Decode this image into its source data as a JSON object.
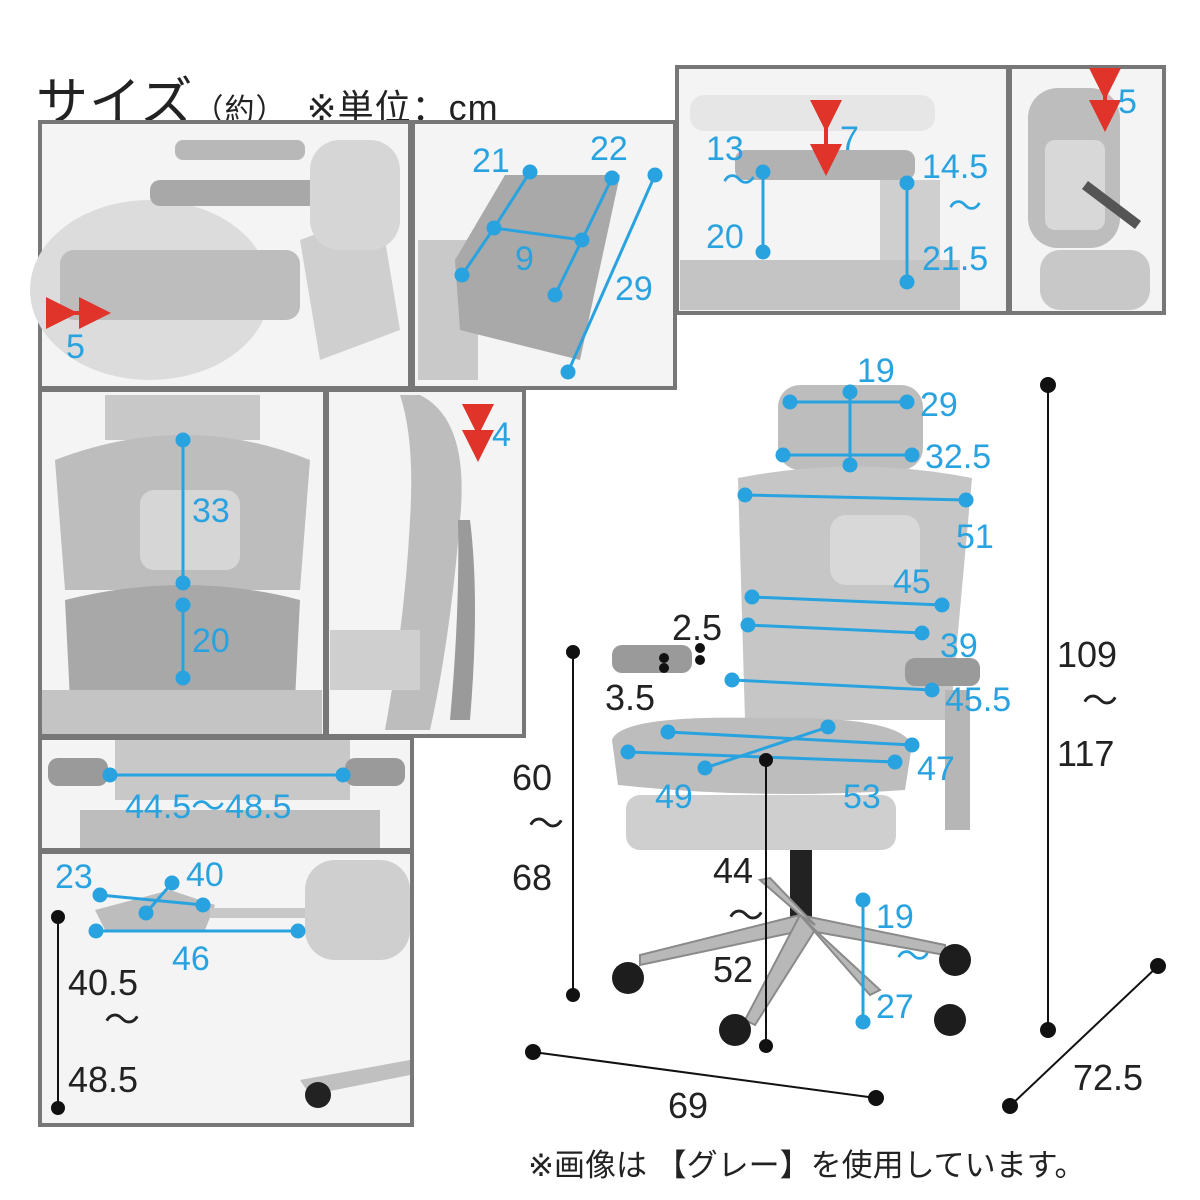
{
  "header": {
    "title": "サイズ",
    "approx": "（約）",
    "unit_note": "※単位：cm"
  },
  "footer_note": "※画像は 【グレー】を使用しています。",
  "colors": {
    "dimension_blue": "#29a3e0",
    "arrow_red": "#e0332a",
    "panel_border": "#777777",
    "chair_gray": "#9a9a9a"
  },
  "panels": {
    "armrest_side": {
      "width_adjust": "5"
    },
    "armrest_pad": {
      "pad_length": "29",
      "pad_width_front": "22",
      "pad_width_back": "21",
      "inner_width": "9"
    },
    "armrest_height": {
      "height_adjust": "7",
      "depth_min": "13",
      "depth_max": "20",
      "height_min": "14.5",
      "height_max": "21.5",
      "range_mark": "〜"
    },
    "headrest_tilt": {
      "adjust": "5"
    },
    "back_front": {
      "back_height": "33",
      "lumbar_height": "20"
    },
    "back_side": {
      "lumbar_adjust": "4"
    },
    "arm_width": {
      "label": "44.5〜48.5"
    },
    "footrest": {
      "width": "23",
      "depth": "40",
      "extension": "46",
      "height_min": "40.5",
      "height_max": "48.5",
      "range_mark": "〜"
    }
  },
  "main": {
    "headrest": {
      "height": "19",
      "width_top": "29",
      "width_bottom": "32.5"
    },
    "back": {
      "top_width": "51",
      "mid_width": "45",
      "lumbar_width": "39",
      "arm_span": "45.5"
    },
    "arm": {
      "pad_offset": "2.5",
      "pad_shift": "3.5",
      "height_min": "60",
      "height_max": "68"
    },
    "seat": {
      "depth_front": "47",
      "depth": "49",
      "width": "53",
      "height_min": "44",
      "height_max": "52"
    },
    "footrest": {
      "height_min": "19",
      "height_max": "27"
    },
    "overall": {
      "height_min": "109",
      "height_max": "117",
      "width": "69",
      "depth": "72.5"
    },
    "range_mark": "〜"
  }
}
